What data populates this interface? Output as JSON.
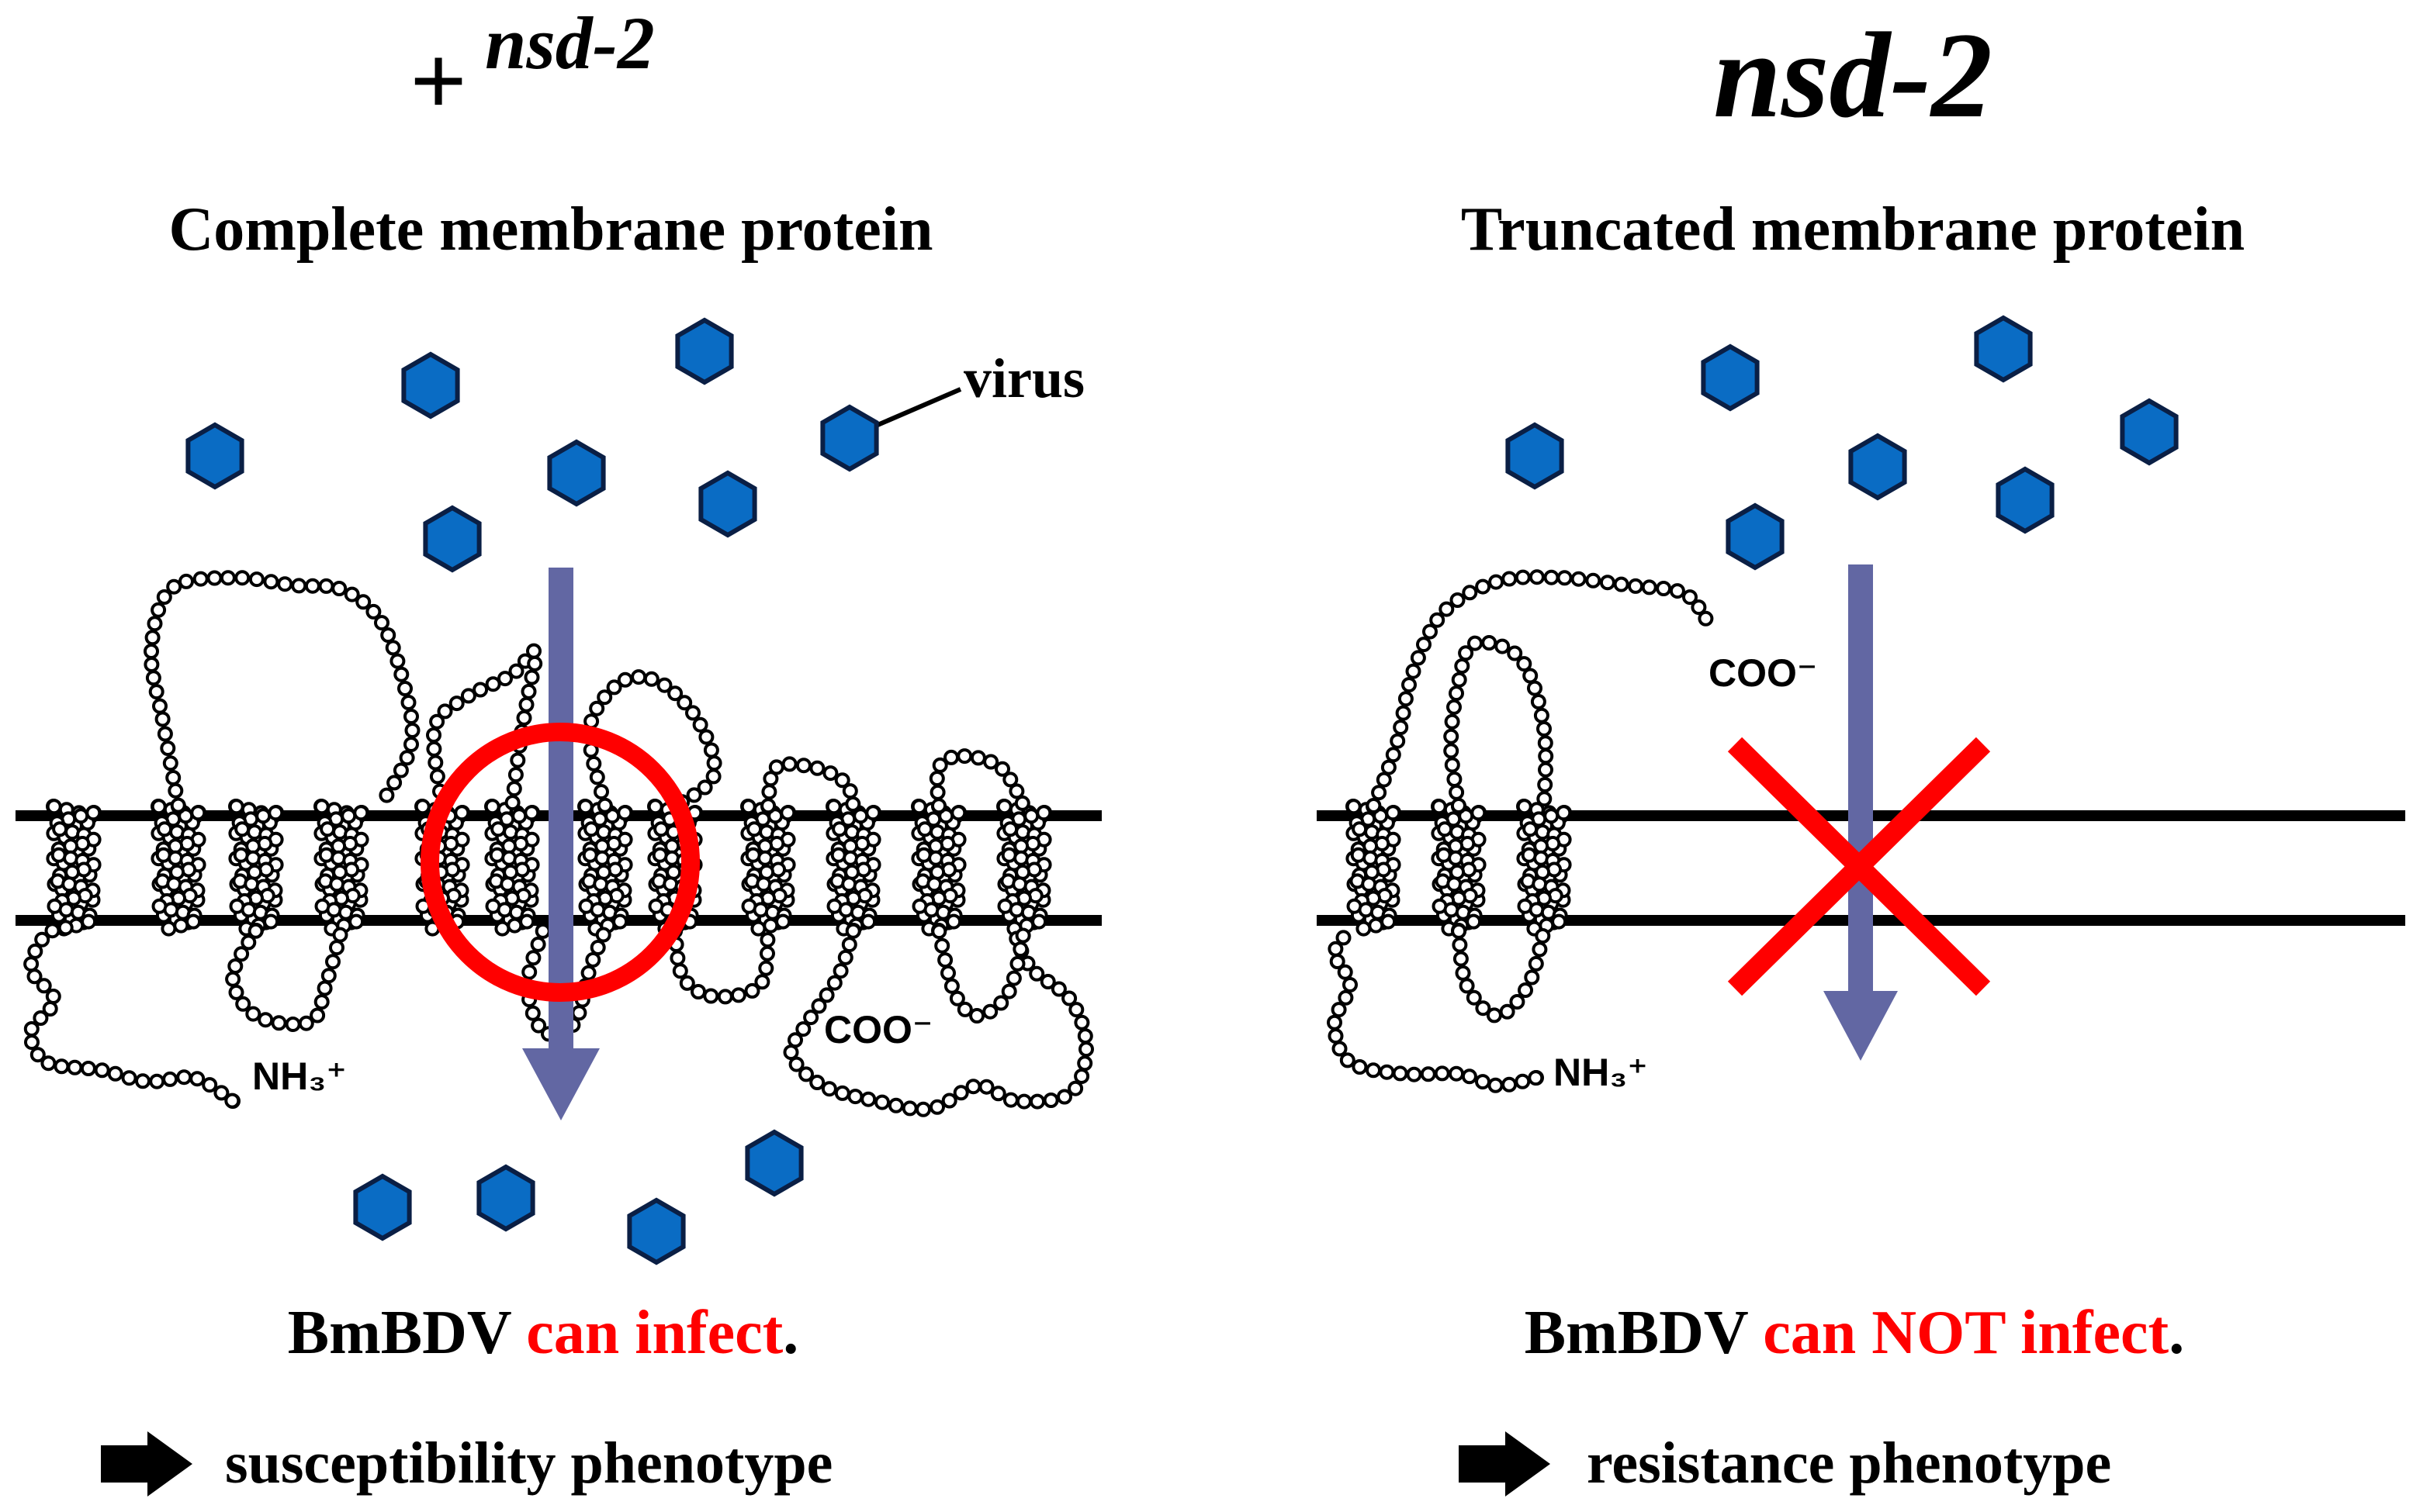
{
  "colors": {
    "virus_fill": "#0a6cc4",
    "virus_stroke": "#0a1f45",
    "arrow": "#6267a3",
    "red": "#ff0000",
    "black": "#000000",
    "white": "#ffffff"
  },
  "left_panel": {
    "genotype_sup": "+",
    "genotype": "nsd-2",
    "subtitle": "Complete membrane protein",
    "virus_label": "virus",
    "n_terminus": "NH₃⁺",
    "c_terminus": "COO⁻",
    "outcome_prefix": "BmBDV ",
    "outcome_highlight": "can infect",
    "outcome_suffix": ".",
    "phenotype": "susceptibility phenotype",
    "mark_icon": "circle-icon"
  },
  "right_panel": {
    "genotype": "nsd-2",
    "subtitle": "Truncated membrane protein",
    "n_terminus": "NH₃⁺",
    "c_terminus": "COO⁻",
    "outcome_prefix": "BmBDV ",
    "outcome_highlight": "can NOT infect",
    "outcome_suffix": ".",
    "phenotype": "resistance phenotype",
    "mark_icon": "cross-icon"
  }
}
